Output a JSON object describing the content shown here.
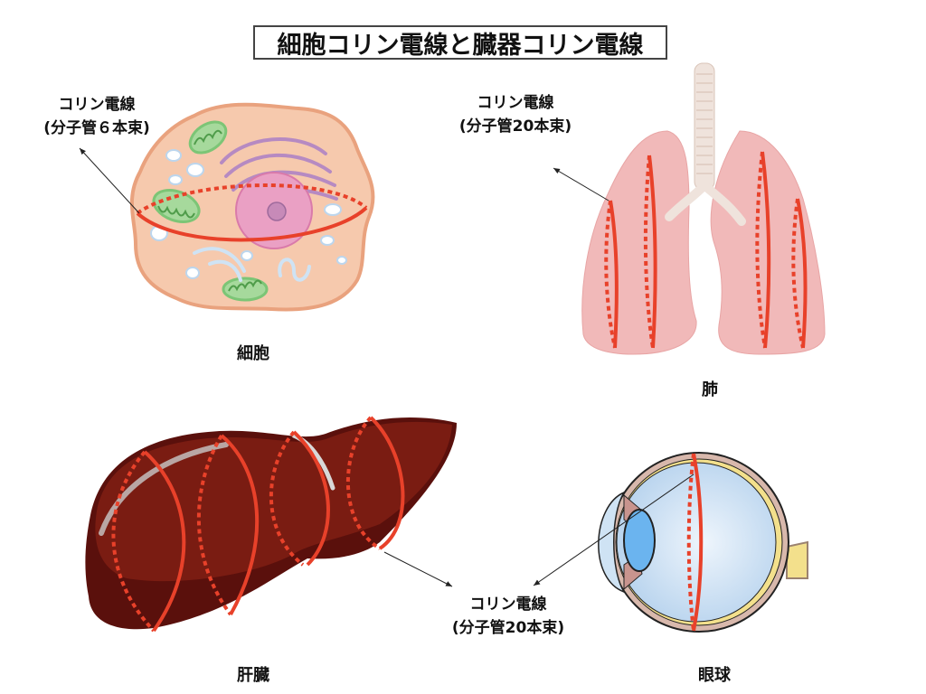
{
  "title": "細胞コリン電線と臓器コリン電線",
  "callouts": {
    "cell": {
      "line1": "コリン電線",
      "line2": "(分子管６本束)"
    },
    "lung": {
      "line1": "コリン電線",
      "line2": "(分子管20本束)"
    },
    "liver_eye": {
      "line1": "コリン電線",
      "line2": "(分子管20本束)"
    }
  },
  "labels": {
    "cell": "細胞",
    "lung": "肺",
    "liver": "肝臓",
    "eye": "眼球"
  },
  "colors": {
    "wire": "#e8412a",
    "cell_body": "#f6c9ad",
    "cell_border": "#e9a27e",
    "nucleus": "#eaa0c4",
    "mitochondria": "#7cc576",
    "golgi": "#b68ac2",
    "lung": "#f1b9b9",
    "liver_dark": "#5a100c",
    "liver": "#7a1c12",
    "eye_fluid": "#cfe3f4",
    "eye_lens": "#6bb4ef"
  }
}
